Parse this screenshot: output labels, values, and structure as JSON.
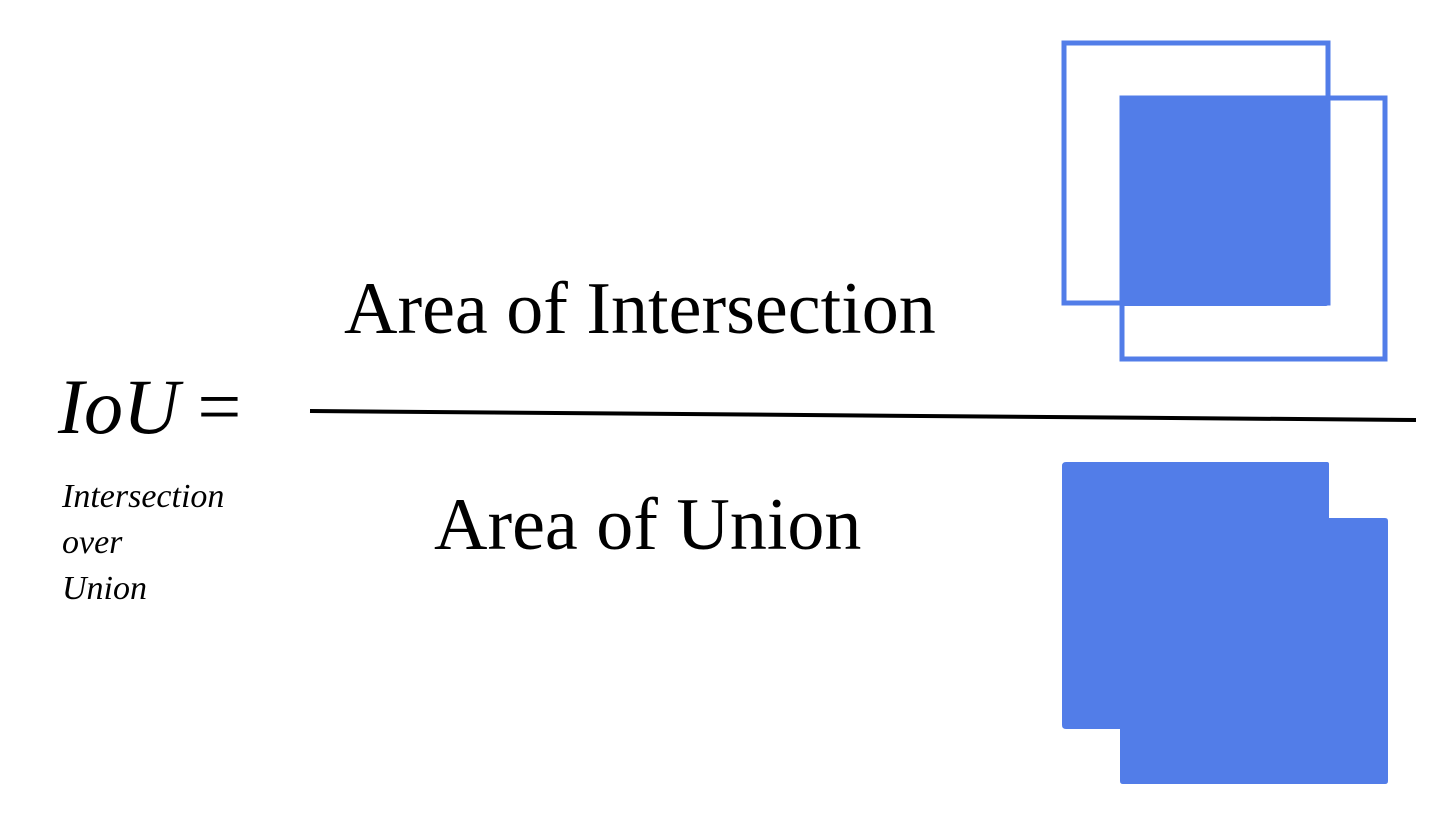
{
  "formula": {
    "symbol": "IoU",
    "equals": "=",
    "expansion": [
      "Intersection",
      "over",
      "Union"
    ],
    "numerator": "Area of Intersection",
    "denominator": "Area of Union"
  },
  "colors": {
    "box": "#527DE8",
    "text": "#000000",
    "background": "#ffffff"
  }
}
